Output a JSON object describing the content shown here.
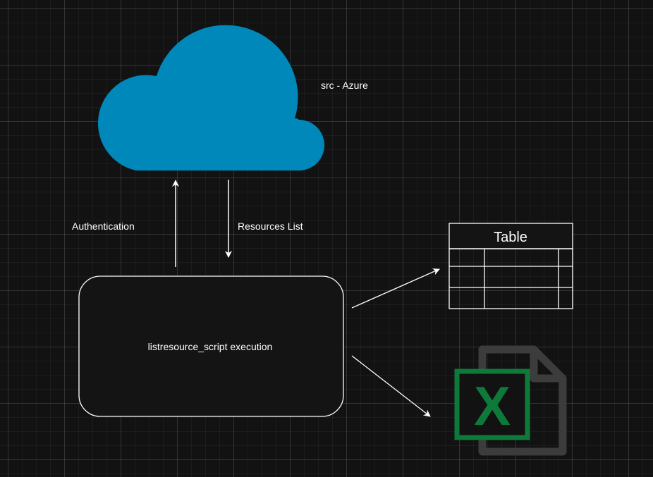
{
  "diagram": {
    "cloud": {
      "label": "src - Azure",
      "color": "#0088bb"
    },
    "edges": [
      {
        "from": "script-box",
        "to": "cloud",
        "label": "Authentication"
      },
      {
        "from": "cloud",
        "to": "script-box",
        "label": "Resources List"
      },
      {
        "from": "script-box",
        "to": "table"
      },
      {
        "from": "script-box",
        "to": "excel-file"
      }
    ],
    "process": {
      "label": "listresource_script execution"
    },
    "table": {
      "title": "Table"
    },
    "excel": {
      "icon": "excel-file-icon",
      "glyph": "X",
      "accent_color": "#0e7a3a",
      "page_color": "#3c3c3c"
    }
  },
  "colors": {
    "background": "#121212",
    "stroke": "#ffffff",
    "box_fill": "#141414"
  }
}
